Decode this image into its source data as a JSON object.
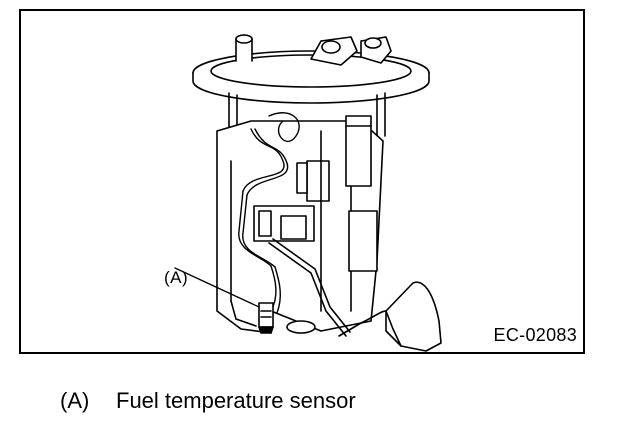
{
  "figure": {
    "callout_label": "(A)",
    "code": "EC-02083"
  },
  "legend": {
    "items": [
      {
        "key": "(A)",
        "text": "Fuel temperature sensor"
      }
    ]
  },
  "colors": {
    "line": "#000000",
    "background": "#ffffff"
  }
}
